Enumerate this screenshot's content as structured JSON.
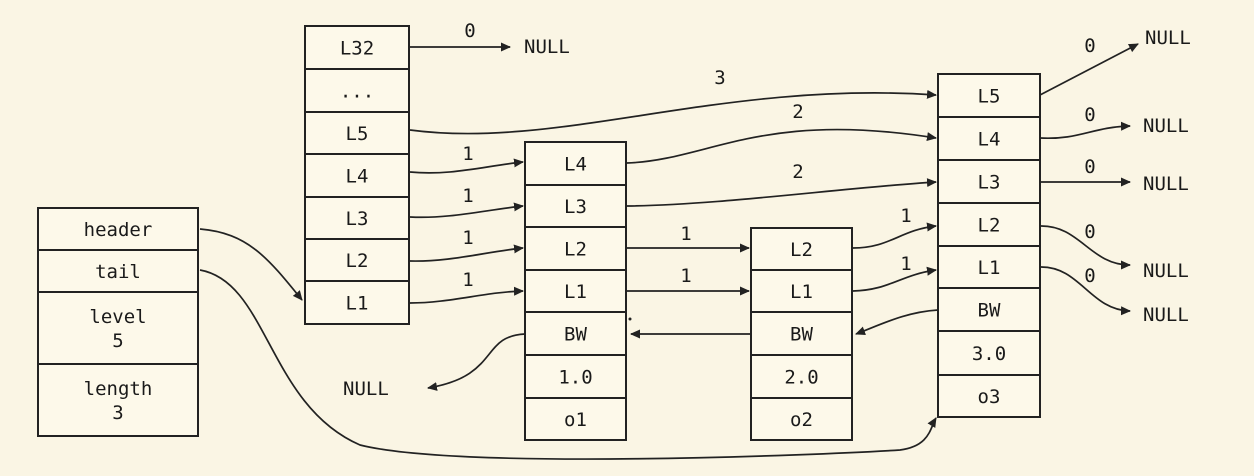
{
  "diagram": {
    "colors": {
      "background": "#faf5e4",
      "cell_fill": "#fdf9ea",
      "stroke": "#222222",
      "text": "#1a1a1a"
    },
    "null_text": "NULL",
    "nodes": [
      {
        "id": "list",
        "cells": [
          "header",
          "tail",
          "level\n5",
          "length\n3"
        ]
      },
      {
        "id": "head",
        "cells": [
          "L32",
          "...",
          "L5",
          "L4",
          "L3",
          "L2",
          "L1"
        ]
      },
      {
        "id": "node_1",
        "cells": [
          "L4",
          "L3",
          "L2",
          "L1",
          "BW",
          "1.0",
          "o1"
        ]
      },
      {
        "id": "node_2",
        "cells": [
          "L2",
          "L1",
          "BW",
          "2.0",
          "o2"
        ]
      },
      {
        "id": "node_3",
        "cells": [
          "L5",
          "L4",
          "L3",
          "L2",
          "L1",
          "BW",
          "3.0",
          "o3"
        ]
      }
    ],
    "edges": [
      {
        "from": "head.L32",
        "to": "NULL",
        "label": "0"
      },
      {
        "from": "head.L5",
        "to": "node_3.L5",
        "label": "3"
      },
      {
        "from": "head.L4",
        "to": "node_1.L4",
        "label": "1"
      },
      {
        "from": "head.L3",
        "to": "node_1.L3",
        "label": "1"
      },
      {
        "from": "head.L2",
        "to": "node_1.L2",
        "label": "1"
      },
      {
        "from": "head.L1",
        "to": "node_1.L1",
        "label": "1"
      },
      {
        "from": "node_1.L4",
        "to": "node_3.L4",
        "label": "2"
      },
      {
        "from": "node_1.L3",
        "to": "node_3.L3",
        "label": "2"
      },
      {
        "from": "node_1.L2",
        "to": "node_2.L2",
        "label": "1"
      },
      {
        "from": "node_1.L1",
        "to": "node_2.L1",
        "label": "1"
      },
      {
        "from": "node_2.L2",
        "to": "node_3.L2",
        "label": "1"
      },
      {
        "from": "node_2.L1",
        "to": "node_3.L1",
        "label": "1"
      },
      {
        "from": "node_3.L5",
        "to": "NULL",
        "label": "0"
      },
      {
        "from": "node_3.L4",
        "to": "NULL",
        "label": "0"
      },
      {
        "from": "node_3.L3",
        "to": "NULL",
        "label": "0"
      },
      {
        "from": "node_3.L2",
        "to": "NULL",
        "label": "0"
      },
      {
        "from": "node_3.L1",
        "to": "NULL",
        "label": "0"
      },
      {
        "from": "node_1.BW",
        "to": "NULL",
        "label": ""
      },
      {
        "from": "node_2.BW",
        "to": "node_1.BW",
        "label": ""
      },
      {
        "from": "node_3.BW",
        "to": "node_2.BW",
        "label": ""
      },
      {
        "from": "list.header",
        "to": "head.L1",
        "label": ""
      },
      {
        "from": "list.tail",
        "to": "node_3.o3",
        "label": ""
      }
    ]
  }
}
